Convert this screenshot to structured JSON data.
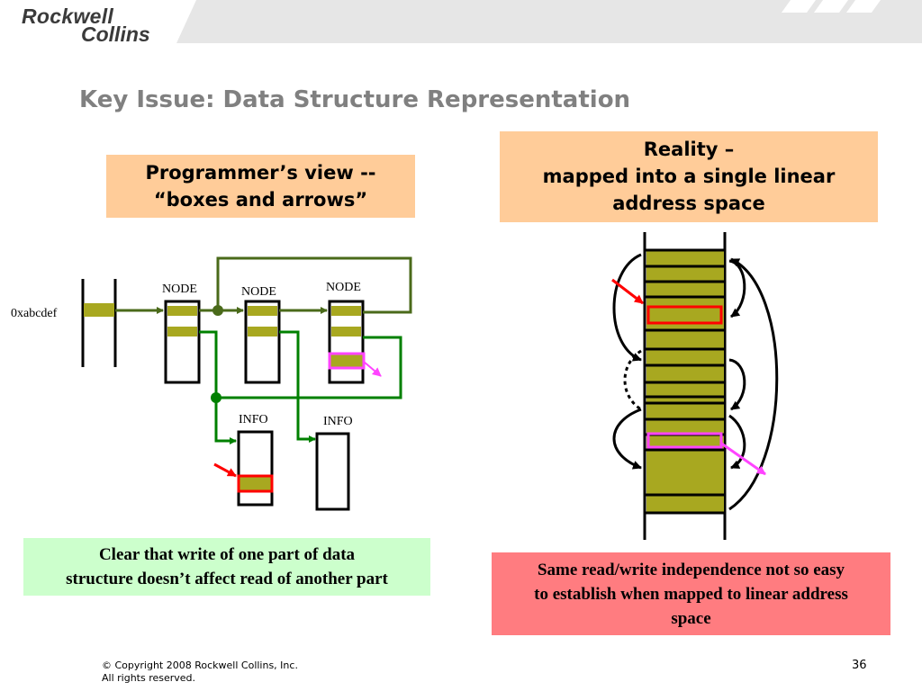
{
  "header": {
    "logo_line1": "Rockwell",
    "logo_line2": "Collins"
  },
  "title": "Key Issue: Data Structure Representation",
  "programmer_view": {
    "line1": "Programmer’s view --",
    "line2": "“boxes and arrows”"
  },
  "reality": {
    "line1": "Reality –",
    "line2": "mapped into a single linear",
    "line3": "address space"
  },
  "diagram": {
    "address_label": "0xabcdef",
    "node_labels": [
      "NODE",
      "NODE",
      "NODE"
    ],
    "info_labels": [
      "INFO",
      "INFO"
    ]
  },
  "clear_note": {
    "line1": "Clear that write of one part of data",
    "line2": "structure doesn’t affect read of another part"
  },
  "same_note": {
    "line1": "Same read/write independence not so easy",
    "line2": "to establish when mapped to linear address",
    "line3": "space"
  },
  "footer": {
    "copyright": "© Copyright 2008 Rockwell Collins, Inc.",
    "rights": "All rights reserved.",
    "page_number": "36"
  },
  "colors": {
    "header_band": "#e6e6e6",
    "title_gray": "#808080",
    "box_orange": "#ffcc99",
    "box_green": "#ccffcc",
    "box_red": "#ff7c80",
    "cell_olive": "#a8a820",
    "arrow_green": "#008000",
    "arrow_darkgreen": "#4a6a1a",
    "highlight_red": "#ff0000",
    "highlight_magenta": "#ff44ff"
  }
}
